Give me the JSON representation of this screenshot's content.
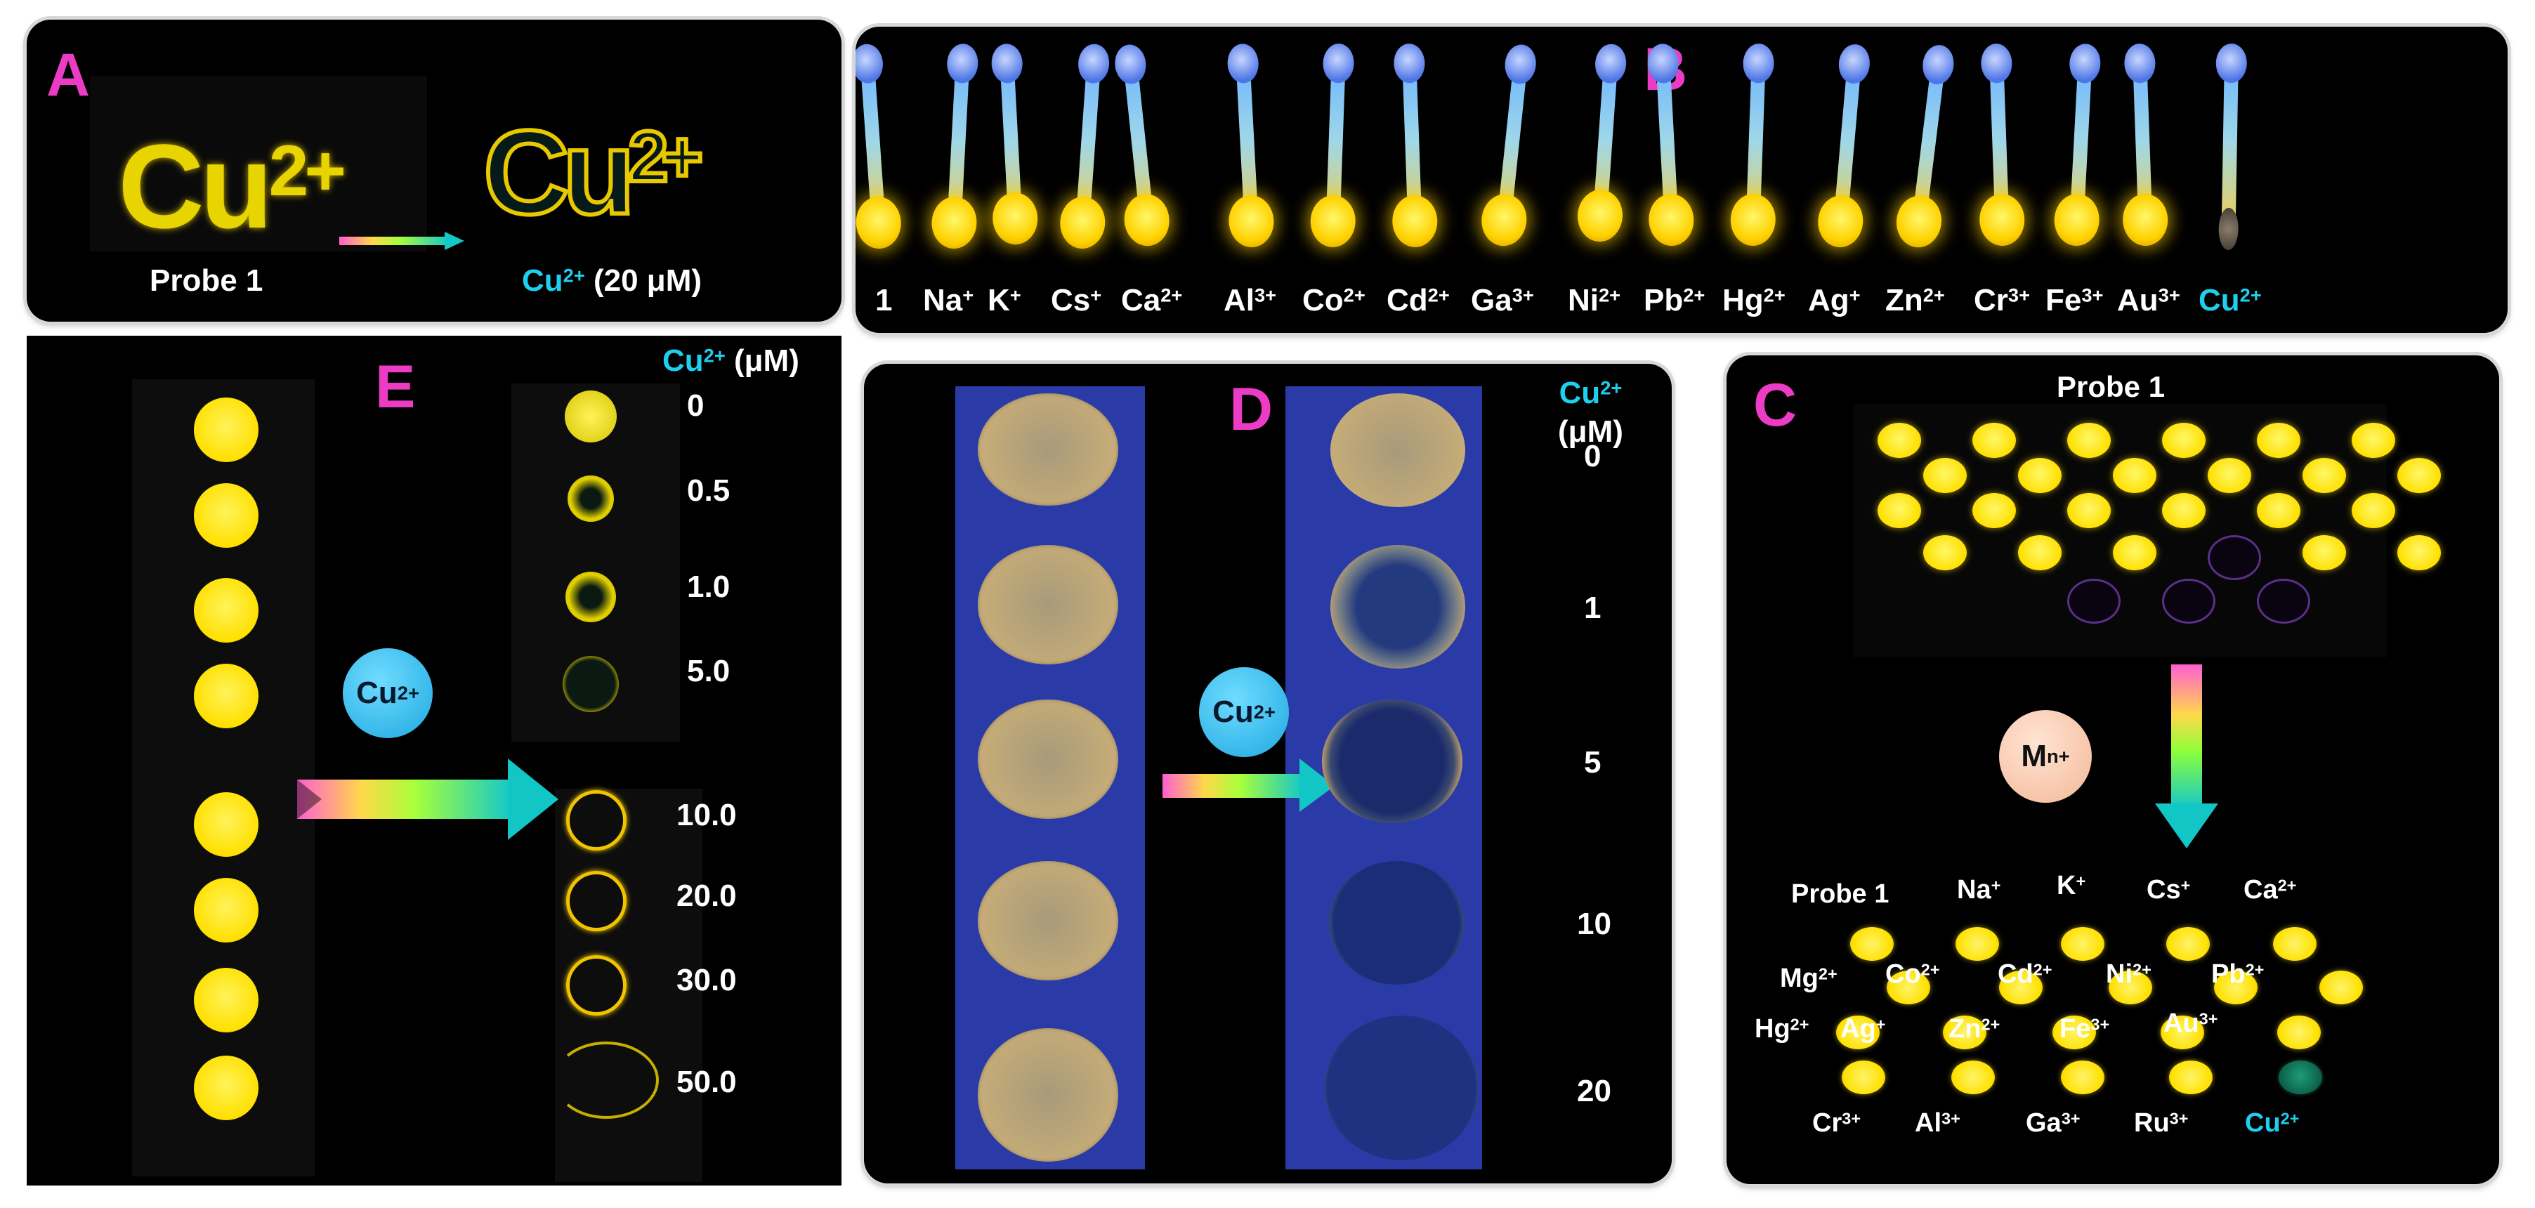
{
  "panelA": {
    "label": "A",
    "probe_caption": "Probe 1",
    "sample_text_base": "Cu",
    "sample_text_sup": "2+",
    "result_ion": "Cu",
    "result_ion_sup": "2+",
    "result_conc": "(20 μM)"
  },
  "panelB": {
    "label": "B",
    "swabs": [
      {
        "base": "1",
        "sup": "",
        "highlight": false
      },
      {
        "base": "Na",
        "sup": "+",
        "highlight": false
      },
      {
        "base": "K",
        "sup": "+",
        "highlight": false
      },
      {
        "base": "Cs",
        "sup": "+",
        "highlight": false
      },
      {
        "base": "Ca",
        "sup": "2+",
        "highlight": false
      },
      {
        "base": "Al",
        "sup": "3+",
        "highlight": false
      },
      {
        "base": "Co",
        "sup": "2+",
        "highlight": false
      },
      {
        "base": "Cd",
        "sup": "2+",
        "highlight": false
      },
      {
        "base": "Ga",
        "sup": "3+",
        "highlight": false
      },
      {
        "base": "Ni",
        "sup": "2+",
        "highlight": false
      },
      {
        "base": "Pb",
        "sup": "2+",
        "highlight": false
      },
      {
        "base": "Hg",
        "sup": "2+",
        "highlight": false
      },
      {
        "base": "Ag",
        "sup": "+",
        "highlight": false
      },
      {
        "base": "Zn",
        "sup": "2+",
        "highlight": false
      },
      {
        "base": "Cr",
        "sup": "3+",
        "highlight": false
      },
      {
        "base": "Fe",
        "sup": "3+",
        "highlight": false
      },
      {
        "base": "Au",
        "sup": "3+",
        "highlight": false
      },
      {
        "base": "Cu",
        "sup": "2+",
        "highlight": true
      }
    ]
  },
  "panelE": {
    "label": "E",
    "header_ion": "Cu",
    "header_sup": "2+",
    "header_unit": "(μM)",
    "badge_base": "Cu",
    "badge_sup": "2+",
    "concentrations": [
      "0",
      "0.5",
      "1.0",
      "5.0",
      "10.0",
      "20.0",
      "30.0",
      "50.0"
    ]
  },
  "panelD": {
    "label": "D",
    "header_ion": "Cu",
    "header_sup": "2+",
    "header_unit": "(μM)",
    "badge_base": "Cu",
    "badge_sup": "2+",
    "concentrations": [
      "0",
      "1",
      "5",
      "10",
      "20"
    ]
  },
  "panelC": {
    "label": "C",
    "top_caption": "Probe 1",
    "badge_base": "M",
    "badge_sup": "n+",
    "row1": [
      {
        "base": "Probe 1",
        "sup": ""
      },
      {
        "base": "Na",
        "sup": "+"
      },
      {
        "base": "K",
        "sup": "+"
      },
      {
        "base": "Cs",
        "sup": "+"
      },
      {
        "base": "Ca",
        "sup": "2+"
      }
    ],
    "row2": [
      {
        "base": "Mg",
        "sup": "2+"
      },
      {
        "base": "Co",
        "sup": "2+"
      },
      {
        "base": "Cd",
        "sup": "2+"
      },
      {
        "base": "Ni",
        "sup": "2+"
      },
      {
        "base": "Pb",
        "sup": "2+"
      }
    ],
    "row3": [
      {
        "base": "Hg",
        "sup": "2+"
      },
      {
        "base": "Ag",
        "sup": "+"
      },
      {
        "base": "Zn",
        "sup": "2+"
      },
      {
        "base": "Fe",
        "sup": "3+"
      },
      {
        "base": "Au",
        "sup": "3+"
      }
    ],
    "row4": [
      {
        "base": "Cr",
        "sup": "3+",
        "highlight": false
      },
      {
        "base": "Al",
        "sup": "3+",
        "highlight": false
      },
      {
        "base": "Ga",
        "sup": "3+",
        "highlight": false
      },
      {
        "base": "Ru",
        "sup": "3+",
        "highlight": false
      },
      {
        "base": "Cu",
        "sup": "2+",
        "highlight": true
      }
    ]
  },
  "colors": {
    "panel_label": "#ec3bc4",
    "highlight_ion": "#1ed0ee",
    "fluorescent_yellow": "#ffe600",
    "badge_cyan": "#1fb8ec",
    "badge_peach": "#f9c9b0",
    "strip_blue": "#2a3ba8"
  }
}
